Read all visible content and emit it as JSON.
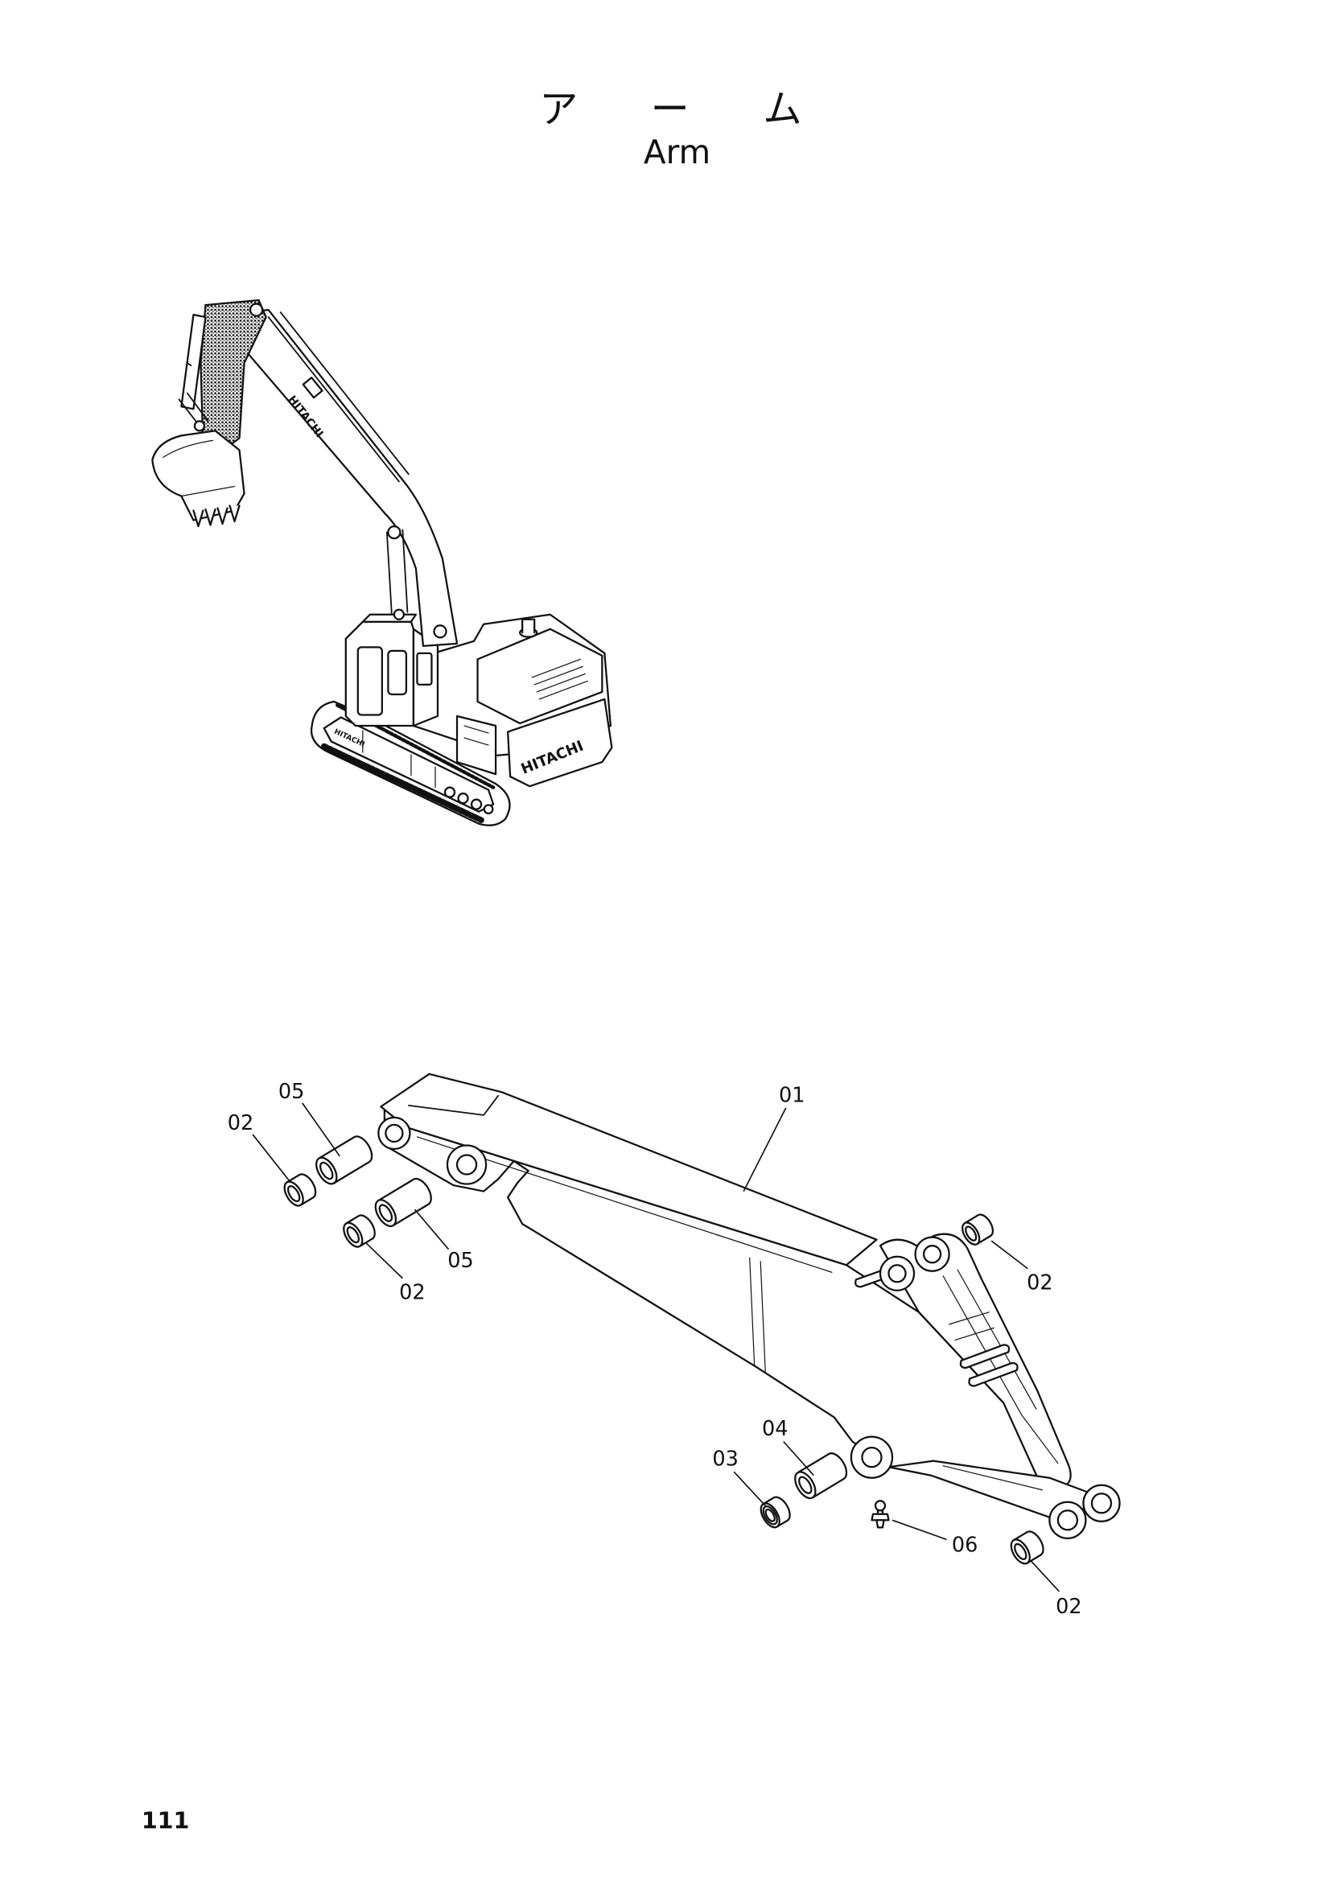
{
  "page": {
    "title_ja": "アーム",
    "title_en": "Arm",
    "page_number": "111"
  },
  "illustration": {
    "machine_logo": "HITACHI"
  },
  "diagram": {
    "callouts": [
      {
        "label": "05"
      },
      {
        "label": "02"
      },
      {
        "label": "01"
      },
      {
        "label": "05"
      },
      {
        "label": "02"
      },
      {
        "label": "02"
      },
      {
        "label": "04"
      },
      {
        "label": "03"
      },
      {
        "label": "06"
      },
      {
        "label": "02"
      }
    ]
  },
  "colors": {
    "ink": "#111111",
    "paper": "#ffffff"
  }
}
